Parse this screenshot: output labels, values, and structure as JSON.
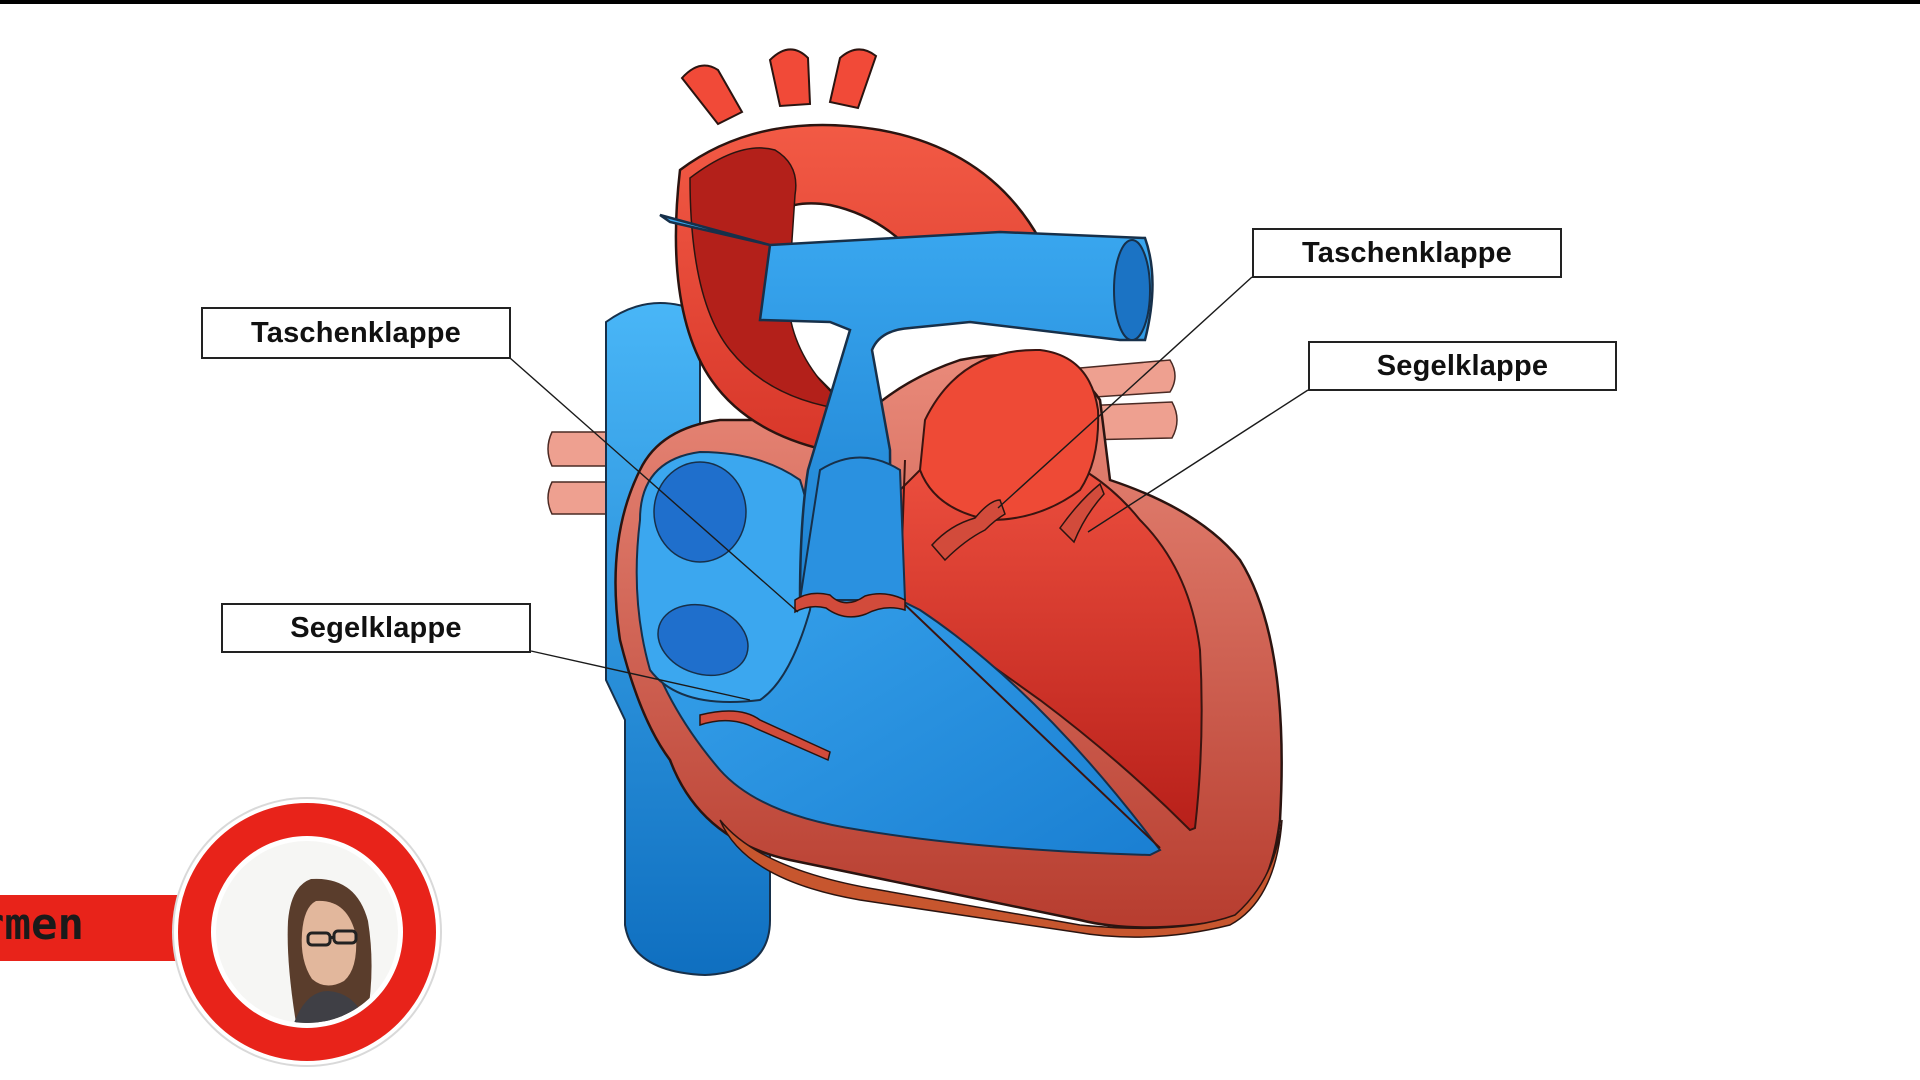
{
  "labels": {
    "top_left": "Taschenklappe",
    "top_right": "Taschenklappe",
    "right": "Segelklappe",
    "bottom_left": "Segelklappe"
  },
  "presenter": {
    "name_visible": "rmen"
  },
  "colors": {
    "oxygenated_red": "#e8392b",
    "deoxygenated_blue": "#2a93e0",
    "heart_wall": "#d9705f",
    "banner_red": "#e8231a"
  }
}
